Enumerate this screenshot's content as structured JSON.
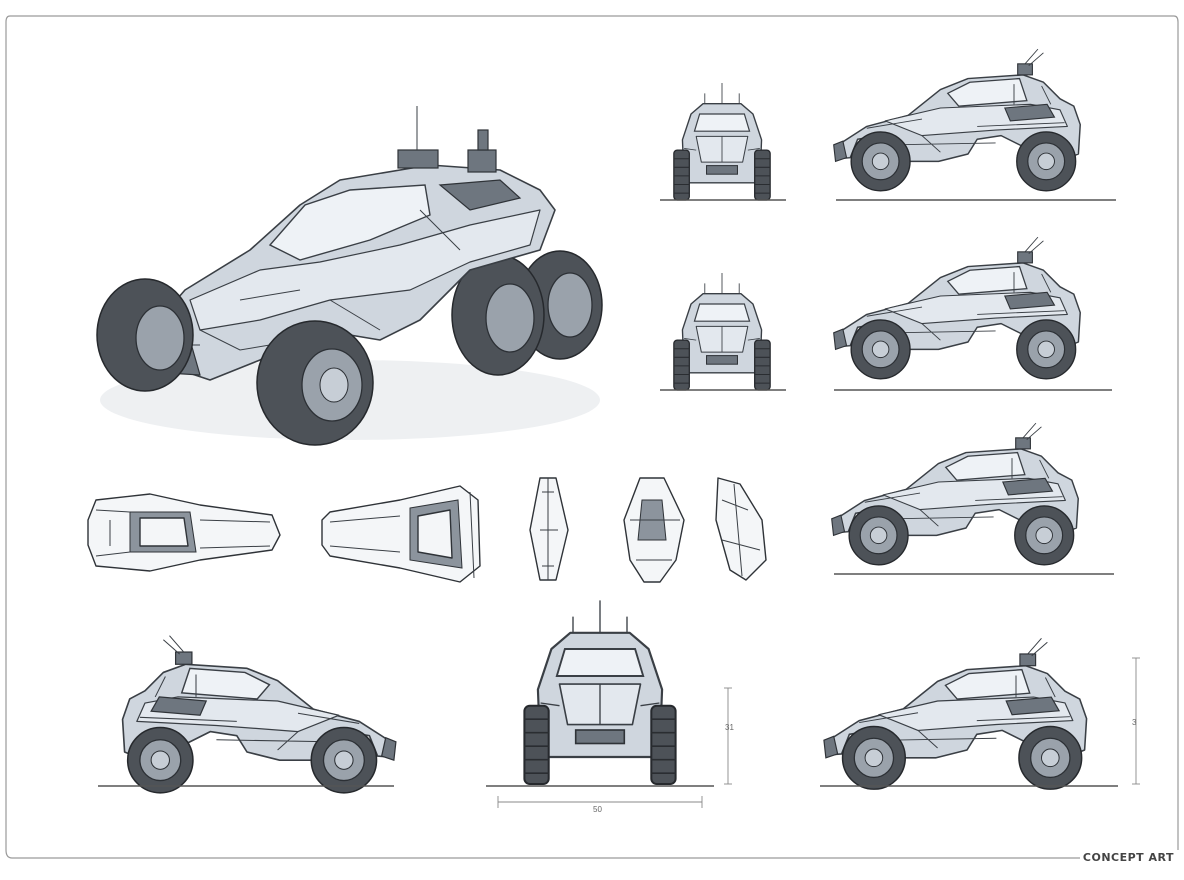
{
  "sheet": {
    "caption": "CONCEPT ART",
    "dimensions": {
      "width_label": "50",
      "height_label_front": "31",
      "height_label_side": "3"
    }
  },
  "views": [
    "hero-perspective",
    "front-view-small-1",
    "side-view-right-1",
    "rear-view-small",
    "side-view-right-2",
    "top-view-1",
    "top-view-2",
    "detail-part-1",
    "detail-part-2",
    "detail-part-3",
    "side-view-right-3",
    "side-view-left",
    "front-view-large",
    "side-view-right-4"
  ],
  "colors": {
    "background": "#ffffff",
    "line": "#3a3f45",
    "body": "#cfd6de",
    "tire": "#4d5258"
  }
}
